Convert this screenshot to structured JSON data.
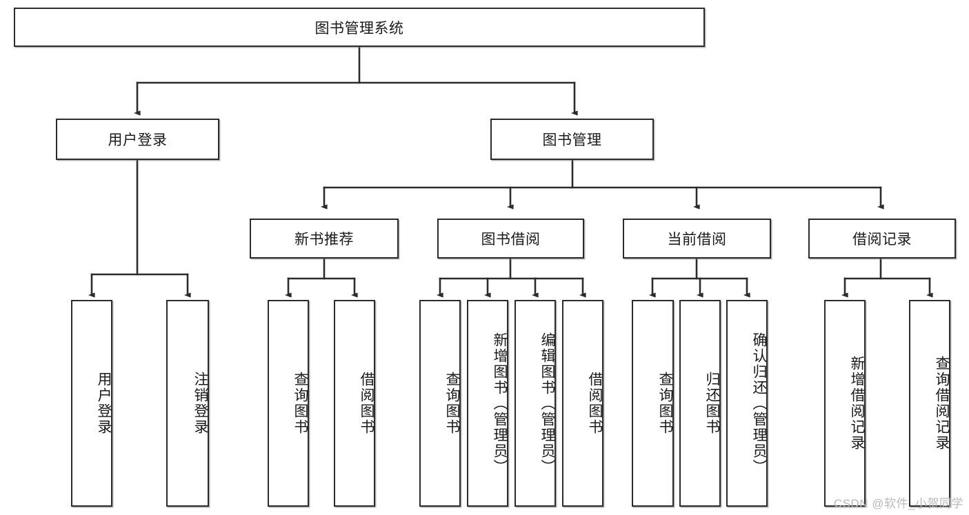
{
  "diagram": {
    "type": "tree-hierarchy-chart",
    "title_node": {
      "label": "图书管理系统"
    },
    "level2": [
      {
        "id": "user-login",
        "label": "用户登录"
      },
      {
        "id": "book-management",
        "label": "图书管理"
      }
    ],
    "level3": [
      {
        "id": "new-book-recommend",
        "label": "新书推荐"
      },
      {
        "id": "book-borrow",
        "label": "图书借阅"
      },
      {
        "id": "current-borrow",
        "label": "当前借阅"
      },
      {
        "id": "borrow-record",
        "label": "借阅记录"
      }
    ],
    "leaves": [
      {
        "id": "leaf-user-login",
        "label": "用户登录",
        "parent": "user-login"
      },
      {
        "id": "leaf-logout-login",
        "label": "注销登录",
        "parent": "user-login"
      },
      {
        "id": "leaf-query-book-1",
        "label": "查询图书",
        "parent": "new-book-recommend"
      },
      {
        "id": "leaf-borrow-book-1",
        "label": "借阅图书",
        "parent": "new-book-recommend"
      },
      {
        "id": "leaf-query-book-2",
        "label": "查询图书",
        "parent": "book-borrow"
      },
      {
        "id": "leaf-add-book",
        "label": "新增图书（管理员）",
        "parent": "book-borrow"
      },
      {
        "id": "leaf-edit-book",
        "label": "编辑图书（管理员）",
        "parent": "book-borrow"
      },
      {
        "id": "leaf-borrow-book-2",
        "label": "借阅图书",
        "parent": "book-borrow"
      },
      {
        "id": "leaf-query-book-3",
        "label": "查询图书",
        "parent": "current-borrow"
      },
      {
        "id": "leaf-return-book",
        "label": "归还图书",
        "parent": "current-borrow"
      },
      {
        "id": "leaf-confirm-return",
        "label": "确认归还（管理员）",
        "parent": "current-borrow"
      },
      {
        "id": "leaf-add-record",
        "label": "新增借阅记录",
        "parent": "borrow-record"
      },
      {
        "id": "leaf-query-record",
        "label": "查询借阅记录",
        "parent": "borrow-record"
      }
    ],
    "colors": {
      "stroke": "#2b2b2b",
      "fill": "#ffffff",
      "text": "#1a1a1a",
      "watermark": "#b9b9b9"
    }
  },
  "watermark": {
    "text": "CSDN @软件_小贺同学"
  }
}
